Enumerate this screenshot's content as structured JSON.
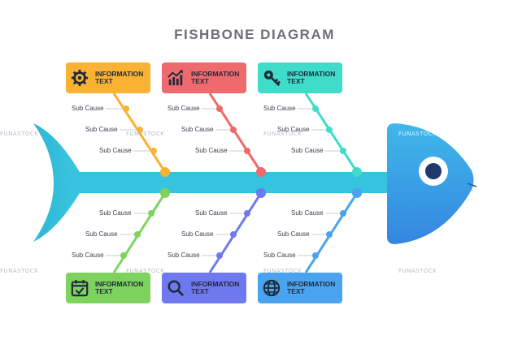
{
  "title": "FISHBONE DIAGRAM",
  "watermark": "FUNASTOCK",
  "colors": {
    "orange": "#f9b233",
    "red": "#ef6a6c",
    "teal": "#3fdcc9",
    "green": "#7ed35f",
    "indigo": "#6f79ef",
    "blue": "#4aa3ef",
    "spine": "#35c3dd",
    "head": "#3a98e8"
  },
  "boxes": [
    {
      "label": "INFORMATION TEXT",
      "icon": "gear-icon",
      "color": "#f9b233"
    },
    {
      "label": "INFORMATION TEXT",
      "icon": "chart-icon",
      "color": "#ef6a6c"
    },
    {
      "label": "INFORMATION TEXT",
      "icon": "key-icon",
      "color": "#3fdcc9"
    },
    {
      "label": "INFORMATION TEXT",
      "icon": "calendar-icon",
      "color": "#7ed35f"
    },
    {
      "label": "INFORMATION TEXT",
      "icon": "search-icon",
      "color": "#6f79ef"
    },
    {
      "label": "INFORMATION TEXT",
      "icon": "globe-icon",
      "color": "#4aa3ef"
    }
  ],
  "sub_cause_label": "Sub Cause"
}
